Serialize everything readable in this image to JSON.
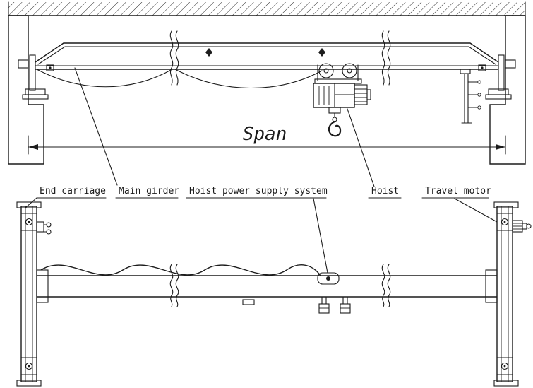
{
  "diagram": {
    "span_label": "Span",
    "labels": {
      "end_carriage": "End carriage",
      "main_girder": "Main girder",
      "hoist_power": "Hoist power supply system",
      "hoist": "Hoist",
      "travel_motor": "Travel motor"
    },
    "colors": {
      "line": "#1c1c1c",
      "background": "#ffffff"
    }
  }
}
